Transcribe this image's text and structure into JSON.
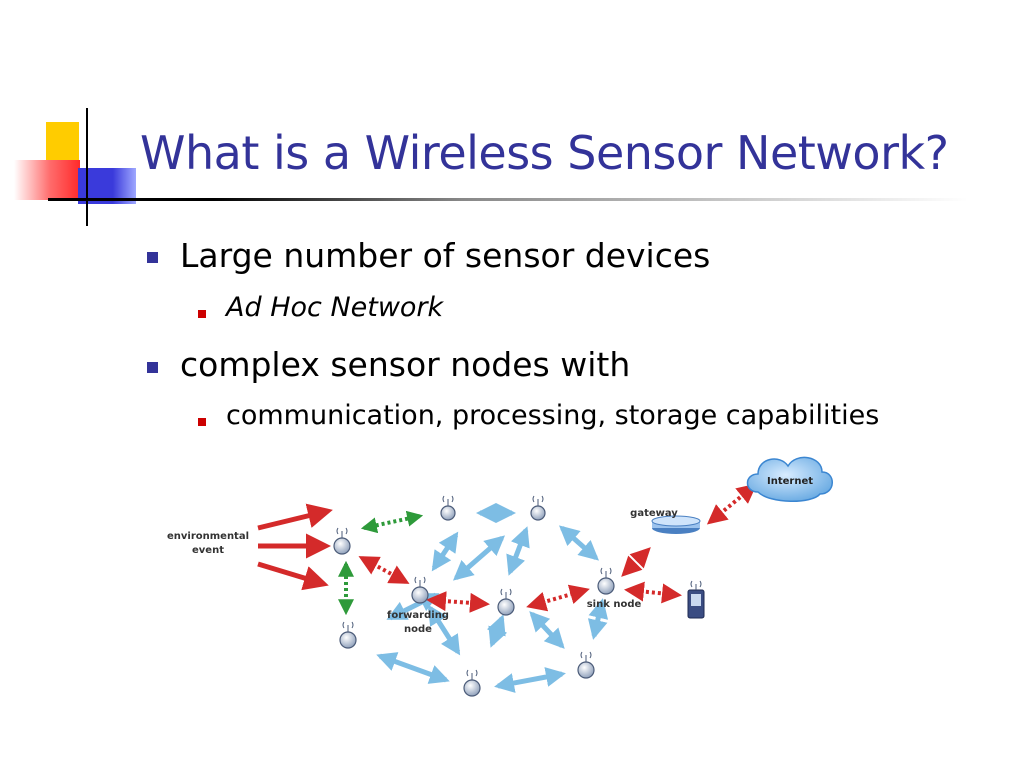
{
  "slide": {
    "title": "What is a Wireless Sensor Network?",
    "bullets": [
      {
        "text": "Large number of sensor devices",
        "sub": "Ad Hoc Network"
      },
      {
        "text": "complex sensor nodes with",
        "sub": "communication, processing, storage capabilities"
      }
    ]
  },
  "diagram": {
    "labels": {
      "event_line1": "environmental",
      "event_line2": "event",
      "forwarding_line1": "forwarding",
      "forwarding_line2": "node",
      "sink": "sink node",
      "gateway": "gateway",
      "internet": "Internet"
    },
    "colors": {
      "event_arrow": "#d42a2a",
      "multi_hop": "#7dbde4",
      "dotted_red": "#d42a2a",
      "dotted_green": "#2e9a3a"
    }
  },
  "colors": {
    "title": "#333399",
    "bullet_l1": "#333399",
    "bullet_l2": "#cc0000"
  }
}
